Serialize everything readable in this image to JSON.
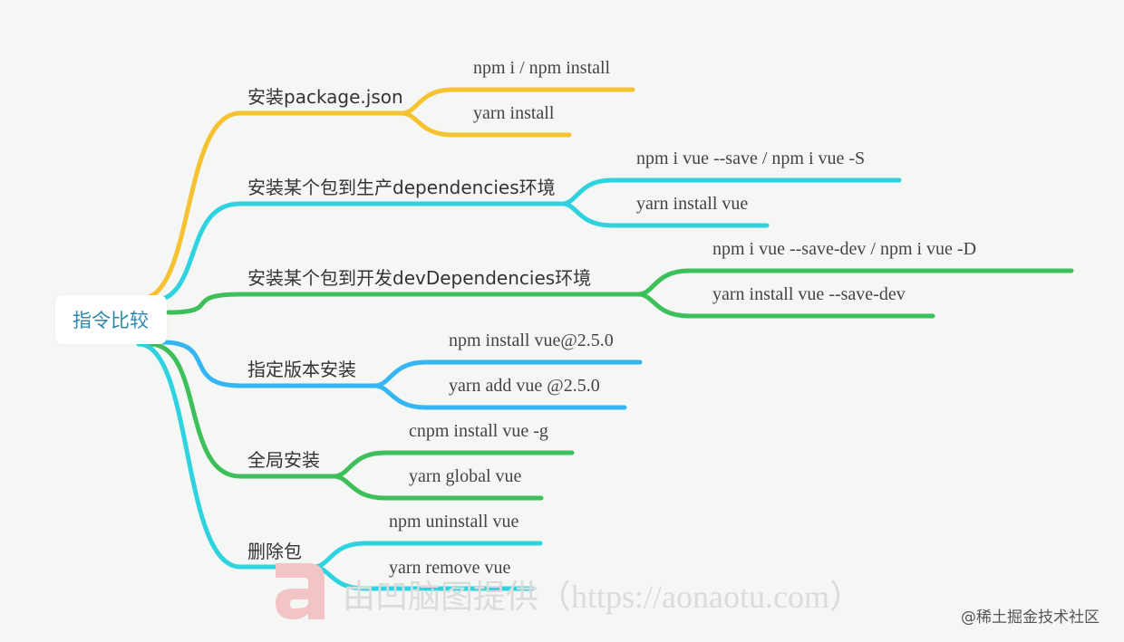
{
  "root": {
    "label": "指令比较"
  },
  "branches": [
    {
      "label": "安装package.json",
      "color": "#f7c232",
      "leaves": [
        "npm i / npm install",
        "yarn install"
      ]
    },
    {
      "label": "安装某个包到生产dependencies环境",
      "color": "#2fd3e0",
      "leaves": [
        "npm i vue --save / npm i vue -S",
        "yarn install vue"
      ]
    },
    {
      "label": "安装某个包到开发devDependencies环境",
      "color": "#3dbf5a",
      "leaves": [
        "npm i vue --save-dev / npm i vue -D",
        "yarn install vue --save-dev"
      ]
    },
    {
      "label": "指定版本安装",
      "color": "#35b5f2",
      "leaves": [
        "npm install vue@2.5.0",
        "yarn add vue @2.5.0"
      ]
    },
    {
      "label": "全局安装",
      "color": "#3dbf5a",
      "leaves": [
        "cnpm install vue -g",
        "yarn global vue"
      ]
    },
    {
      "label": "删除包",
      "color": "#2fd3e0",
      "leaves": [
        "npm uninstall vue",
        "yarn remove vue"
      ]
    }
  ],
  "watermark": {
    "text": "由凹脑图提供（https://aonaotu.com）",
    "logo_color": "#f2c4c6"
  },
  "credit": "@稀土掘金技术社区"
}
